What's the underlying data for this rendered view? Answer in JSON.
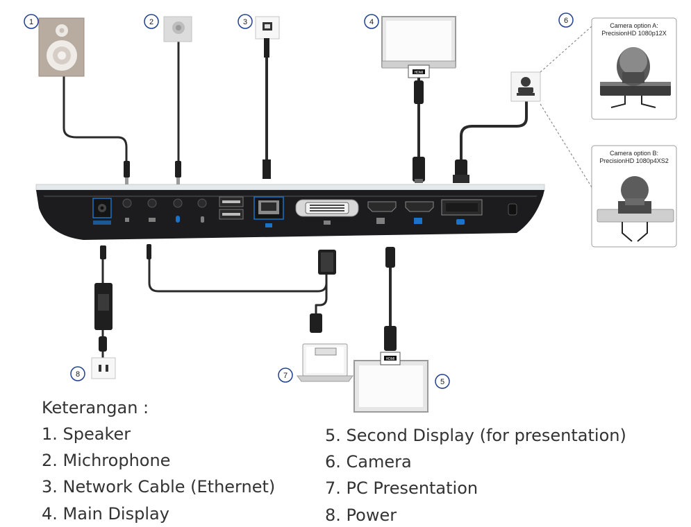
{
  "colors": {
    "device_body": "#1c1c1e",
    "device_top": "#e9ecef",
    "accent_blue": "#1a73c8",
    "cable": "#2a2a2a",
    "badge_stroke": "#1f3f8f",
    "frame_gray": "#b8b8b8",
    "legend_text": "#333333"
  },
  "badges": [
    "1",
    "2",
    "3",
    "4",
    "5",
    "6",
    "7",
    "8"
  ],
  "camera_options": [
    {
      "line1": "Camera option A:",
      "line2": "PrecisionHD 1080p12X"
    },
    {
      "line1": "Camera option B:",
      "line2": "PrecisionHD 1080p4XS2"
    }
  ],
  "hdmi_tags": [
    "HDMI",
    "HDMI"
  ],
  "legend": {
    "title": "Keterangan :",
    "items": [
      "1. Speaker",
      "2. Michrophone",
      "3. Network Cable (Ethernet)",
      "4. Main Display",
      "5. Second Display (for presentation)",
      "6. Camera",
      "7. PC Presentation",
      "8. Power"
    ]
  }
}
